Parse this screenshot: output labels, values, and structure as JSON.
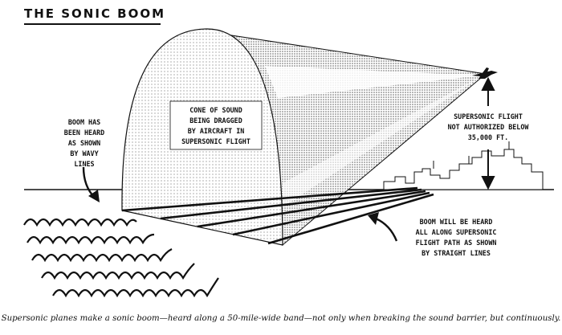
{
  "title": "THE SONIC BOOM",
  "labels": {
    "cone": "CONE OF SOUND\nBEING DRAGGED\nBY AIRCRAFT IN\nSUPERSONIC FLIGHT",
    "boom_heard": "BOOM HAS\nBEEN HEARD\nAS SHOWN\nBY WAVY\nLINES",
    "flight_limit": "SUPERSONIC FLIGHT\nNOT AUTHORIZED BELOW\n35,000 FT.",
    "boom_along": "BOOM WILL BE HEARD\nALL ALONG SUPERSONIC\nFLIGHT PATH AS SHOWN\nBY STRAIGHT LINES"
  },
  "caption": "Supersonic planes make a sonic boom—heard along a 50-mile-wide band—not only when breaking the sound barrier, but continuously.",
  "colors": {
    "ink": "#111111",
    "paper": "#ffffff",
    "shade": "#9a9a9a"
  },
  "icons": [
    "supersonic-aircraft-icon",
    "city-skyline-icon",
    "curved-arrow-icon",
    "vertical-double-arrow-icon"
  ]
}
